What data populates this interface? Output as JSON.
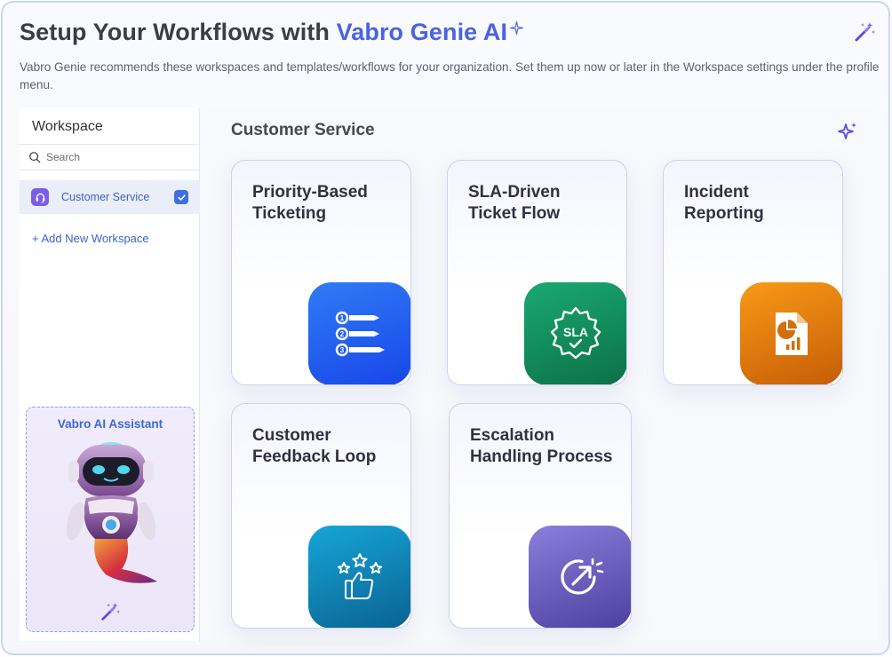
{
  "header": {
    "title_prefix": "Setup Your Workflows with ",
    "title_brand": "Vabro Genie AI",
    "subtitle": "Vabro Genie recommends these workspaces and templates/workflows for your organization. Set them up now or later in the Workspace settings under the profile menu.",
    "wand_icon": "magic-wand-icon"
  },
  "sidebar": {
    "title": "Workspace",
    "search_placeholder": "Search",
    "items": [
      {
        "label": "Customer Service",
        "icon": "headset-icon",
        "checked": true
      }
    ],
    "add_label": "+ Add New Workspace",
    "assistant": {
      "title": "Vabro AI Assistant"
    }
  },
  "main": {
    "section_title": "Customer Service",
    "cards": [
      {
        "title": "Priority-Based\nTicketing",
        "icon": "numbered-list-icon",
        "color_from": "#2f7cf6",
        "color_to": "#1846e8"
      },
      {
        "title": "SLA-Driven\nTicket Flow",
        "icon": "sla-gear-icon",
        "color_from": "#1aa971",
        "color_to": "#0c7048"
      },
      {
        "title": "Incident\nReporting",
        "icon": "report-document-icon",
        "color_from": "#f79a16",
        "color_to": "#c65d07"
      },
      {
        "title": "Customer\nFeedback Loop",
        "icon": "thumbs-up-stars-icon",
        "color_from": "#16a6d8",
        "color_to": "#0a6291"
      },
      {
        "title": "Escalation\nHandling Process",
        "icon": "escalation-arrow-icon",
        "color_from": "#8a7fdc",
        "color_to": "#4d3f9e"
      }
    ]
  },
  "colors": {
    "brand": "#4a63e0",
    "link": "#3a63d4",
    "checkbox": "#3d6fe0"
  }
}
